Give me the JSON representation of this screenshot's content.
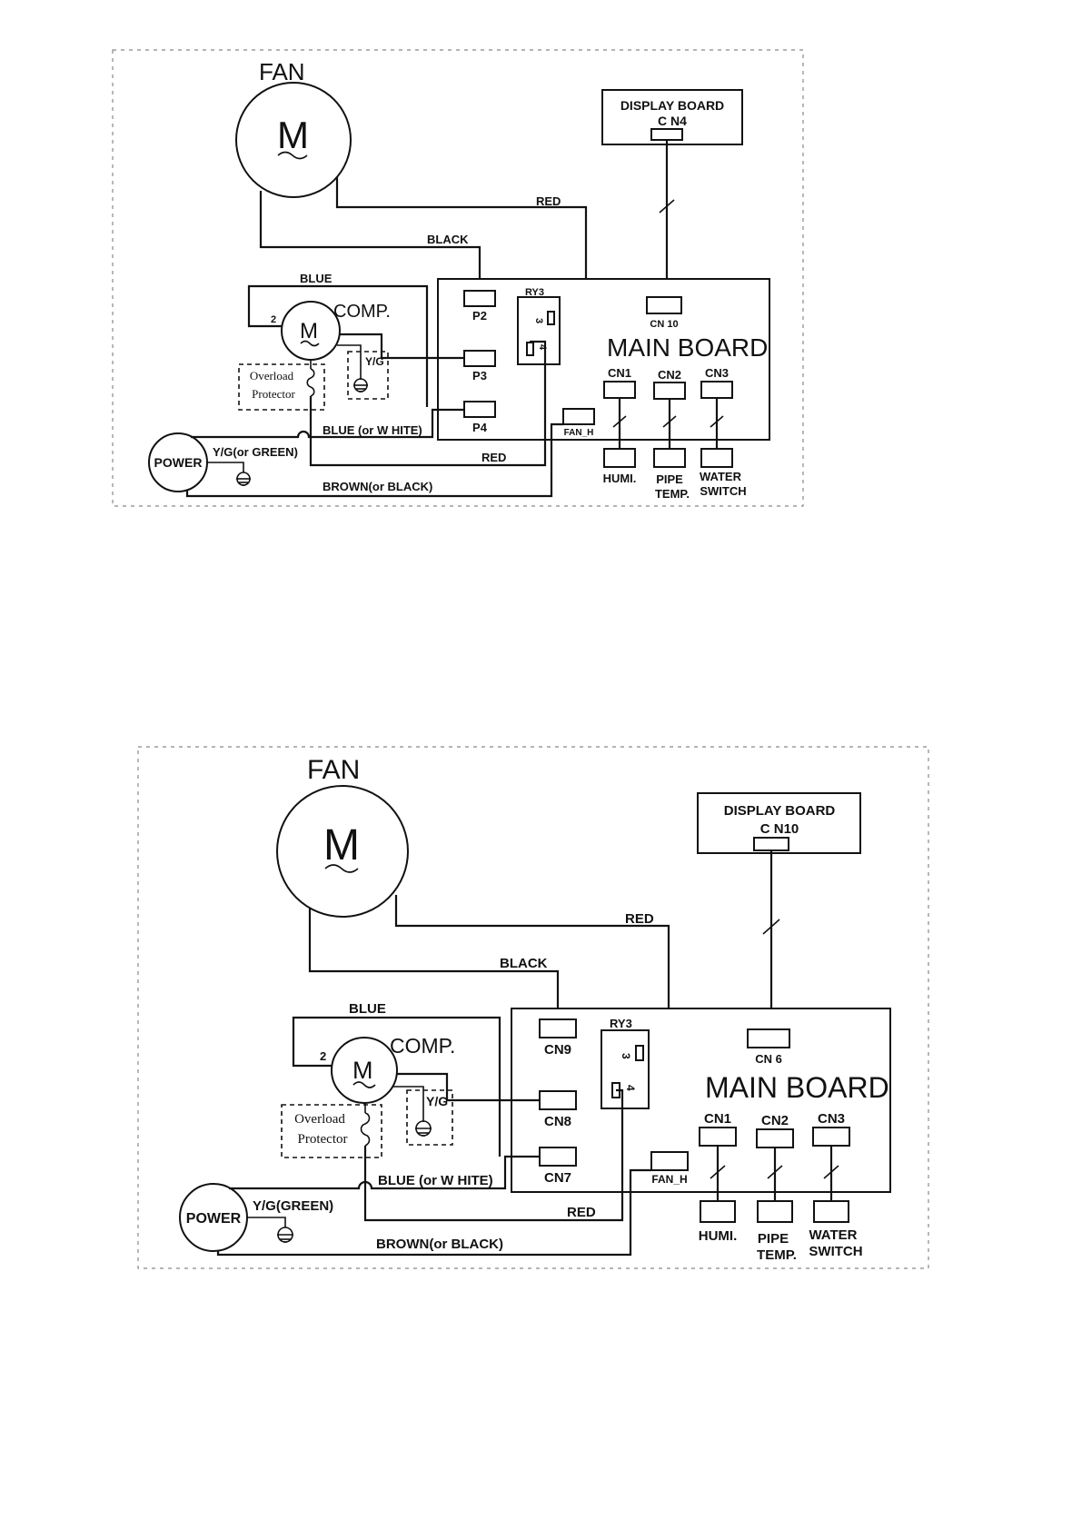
{
  "diagrams": [
    {
      "fan_label": "FAN",
      "motor_symbol": "M",
      "comp_label": "COMP.",
      "comp_symbol": "M",
      "comp_pin": "2",
      "yg_label": "Y/G",
      "overload_line1": "Overload",
      "overload_line2": "Protector",
      "power_label": "POWER",
      "display_board_line1": "DISPLAY BOARD",
      "display_board_line2": "C N4",
      "main_board_label": "MAIN BOARD",
      "main_conn_label": "CN 10",
      "relay_label": "RY3",
      "relay_pin3": "3",
      "relay_pin4": "4",
      "fan_h_label": "FAN_H",
      "terminals": [
        "P2",
        "P3",
        "P4"
      ],
      "cn_labels": [
        "CN1",
        "CN2",
        "CN3"
      ],
      "sensor_humi": "HUMI.",
      "sensor_pipe_1": "PIPE",
      "sensor_pipe_2": "TEMP.",
      "sensor_water_1": "WATER",
      "sensor_water_2": "SWITCH",
      "wire_red_top": "RED",
      "wire_black": "BLACK",
      "wire_blue": "BLUE",
      "wire_blue_white": "BLUE (or W HITE)",
      "wire_yg": "Y/G(or GREEN)",
      "wire_red_bottom": "RED",
      "wire_brown": "BROWN(or BLACK)"
    },
    {
      "fan_label": "FAN",
      "motor_symbol": "M",
      "comp_label": "COMP.",
      "comp_symbol": "M",
      "comp_pin": "2",
      "yg_label": "Y/G",
      "overload_line1": "Overload",
      "overload_line2": "Protector",
      "power_label": "POWER",
      "display_board_line1": "DISPLAY BOARD",
      "display_board_line2": "C N10",
      "main_board_label": "MAIN BOARD",
      "main_conn_label": "CN 6",
      "relay_label": "RY3",
      "relay_pin3": "3",
      "relay_pin4": "4",
      "fan_h_label": "FAN_H",
      "terminals": [
        "CN9",
        "CN8",
        "CN7"
      ],
      "cn_labels": [
        "CN1",
        "CN2",
        "CN3"
      ],
      "sensor_humi": "HUMI.",
      "sensor_pipe_1": "PIPE",
      "sensor_pipe_2": "TEMP.",
      "sensor_water_1": "WATER",
      "sensor_water_2": "SWITCH",
      "wire_red_top": "RED",
      "wire_black": "BLACK",
      "wire_blue": "BLUE",
      "wire_blue_white": "BLUE (or W HITE)",
      "wire_yg": "Y/G(GREEN)",
      "wire_red_bottom": "RED",
      "wire_brown": "BROWN(or BLACK)"
    }
  ]
}
